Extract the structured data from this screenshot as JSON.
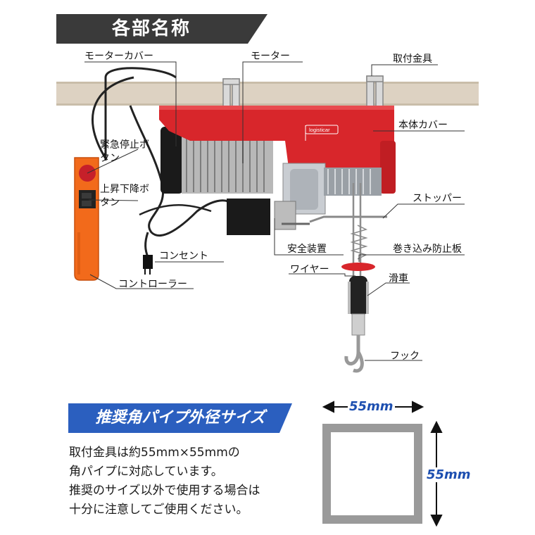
{
  "header": {
    "title": "各部名称"
  },
  "parts": {
    "motor_cover": "モーターカバー",
    "motor": "モーター",
    "mount_bracket": "取付金具",
    "body_cover": "本体カバー",
    "emergency_stop": "緊急停止ボタン",
    "up_down": "上昇下降ボタン",
    "stopper": "ストッパー",
    "safety_device": "安全装置",
    "anti_winding_plate": "巻き込み防止板",
    "outlet": "コンセント",
    "wire": "ワイヤー",
    "pulley": "滑車",
    "controller": "コントローラー",
    "hook": "フック",
    "brand": "logisticar"
  },
  "pipe": {
    "title": "推奨角パイプ外径サイズ",
    "width_label": "55mm",
    "height_label": "55mm",
    "note_lines": [
      "取付金具は約55mm×55mmの",
      "角パイプに対応しています。",
      "推奨のサイズ以外で使用する場合は",
      "十分に注意してご使用ください。"
    ]
  },
  "colors": {
    "red": "#d8262b",
    "orange": "#f26a1b",
    "banner_dark": "#3a3a3a",
    "banner_blue": "#2b5fbf",
    "beam": "#ddd2c2"
  }
}
